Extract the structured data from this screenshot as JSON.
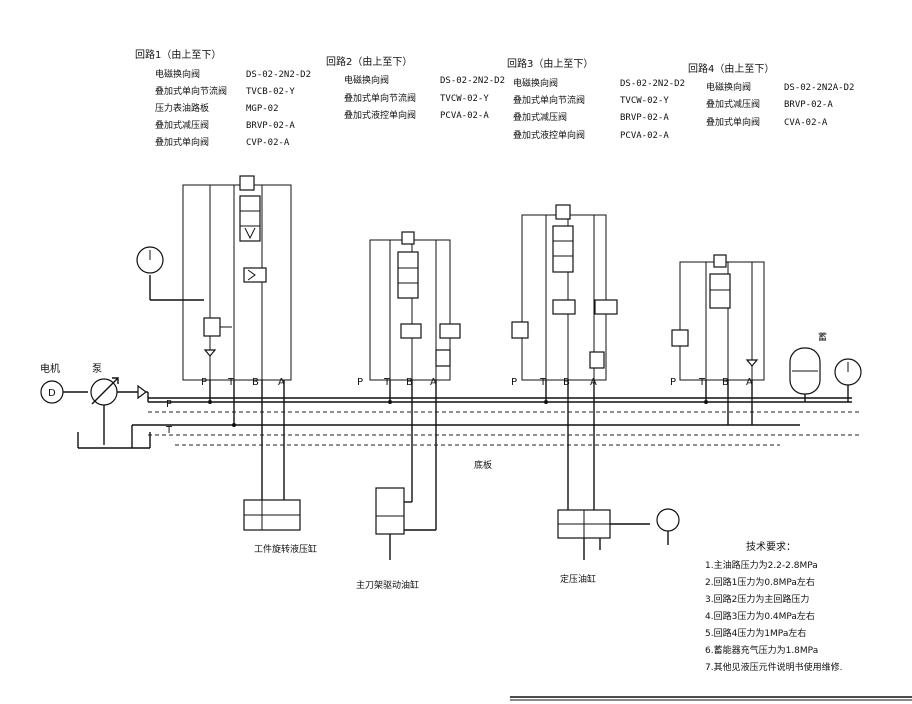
{
  "circuits": [
    {
      "title": "回路1（由上至下）",
      "rows": [
        {
          "name": "电磁换向阀",
          "code": "DS-02-2N2-D2"
        },
        {
          "name": "叠加式单向节流阀",
          "code": "TVCB-02-Y"
        },
        {
          "name": "压力表油路板",
          "code": "MGP-02"
        },
        {
          "name": "叠加式减压阀",
          "code": "BRVP-02-A"
        },
        {
          "name": "叠加式单向阀",
          "code": "CVP-02-A"
        }
      ]
    },
    {
      "title": "回路2（由上至下）",
      "rows": [
        {
          "name": "电磁换向阀",
          "code": "DS-02-2N2-D2"
        },
        {
          "name": "叠加式单向节流阀",
          "code": "TVCW-02-Y"
        },
        {
          "name": "叠加式液控单向阀",
          "code": "PCVA-02-A"
        }
      ]
    },
    {
      "title": "回路3（由上至下）",
      "rows": [
        {
          "name": "电磁换向阀",
          "code": "DS-02-2N2-D2"
        },
        {
          "name": "叠加式单向节流阀",
          "code": "TVCW-02-Y"
        },
        {
          "name": "叠加式减压阀",
          "code": "BRVP-02-A"
        },
        {
          "name": "叠加式液控单向阀",
          "code": "PCVA-02-A"
        }
      ]
    },
    {
      "title": "回路4（由上至下）",
      "rows": [
        {
          "name": "电磁换向阀",
          "code": "DS-02-2N2A-D2"
        },
        {
          "name": "叠加式减压阀",
          "code": "BRVP-02-A"
        },
        {
          "name": "叠加式单向阀",
          "code": "CVA-02-A"
        }
      ]
    }
  ],
  "labels": {
    "motor": "电机",
    "motor_symbol": "D",
    "pump": "泵",
    "accumulator": "蓄",
    "plate": "底板",
    "cyl1": "工件旋转液压缸",
    "cyl2": "主刀架驱动油缸",
    "cyl3": "定压油缸"
  },
  "ports": {
    "P": "P",
    "T": "T",
    "A": "A",
    "B": "B"
  },
  "tech": {
    "title": "技术要求：",
    "items": [
      "1.主油路压力为2.2-2.8MPa",
      "2.回路1压力为0.8MPa左右",
      "3.回路2压力为主回路压力",
      "4.回路3压力为0.4MPa左右",
      "5.回路4压力为1MPa左右",
      "6.蓄能器充气压力为1.8MPa",
      "7.其他见液压元件说明书使用维修."
    ]
  }
}
